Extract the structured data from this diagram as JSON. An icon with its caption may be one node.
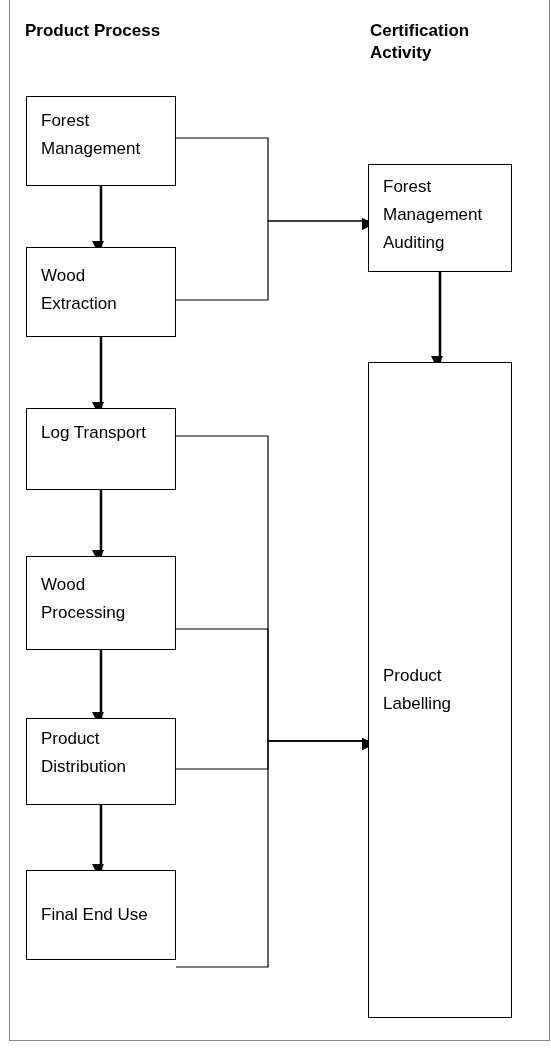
{
  "diagram": {
    "nodes": [
      {
        "text": [
          "Forest Management"
        ]
      },
      {
        "text": [
          "Wood Extraction"
        ]
      },
      {
        "text": [
          "Log Transport"
        ]
      },
      {
        "text": [
          "Wood Processing"
        ]
      },
      {
        "text": [
          "Product Distribution"
        ]
      },
      {
        "text": [
          "Final End Use"
        ]
      },
      {
        "text": [
          "Forest Management Auditing"
        ]
      },
      {
        "text": [
          "Product Labelling"
        ]
      }
    ],
    "edges": [
      {
        "from": 0,
        "to": 1,
        "arrow": "to"
      },
      {
        "from": 1,
        "to": 2,
        "arrow": "to"
      },
      {
        "from": 2,
        "to": 3,
        "arrow": "to"
      },
      {
        "from": 3,
        "to": 4,
        "arrow": "to"
      },
      {
        "from": 4,
        "to": 5,
        "arrow": "to"
      },
      {
        "from": 0,
        "to": 6,
        "arrow": "to"
      },
      {
        "from": 1,
        "to": 6,
        "arrow": "to"
      },
      {
        "from": 6,
        "to": 7,
        "arrow": "to"
      },
      {
        "from": 2,
        "to": 7,
        "arrow": "to"
      },
      {
        "from": 3,
        "to": 7,
        "arrow": "to"
      },
      {
        "from": 4,
        "to": 7,
        "arrow": "to"
      },
      {
        "from": 5,
        "to": 7,
        "arrow": "to"
      }
    ],
    "labels": [
      "Product Process",
      "Certification Activity"
    ]
  }
}
